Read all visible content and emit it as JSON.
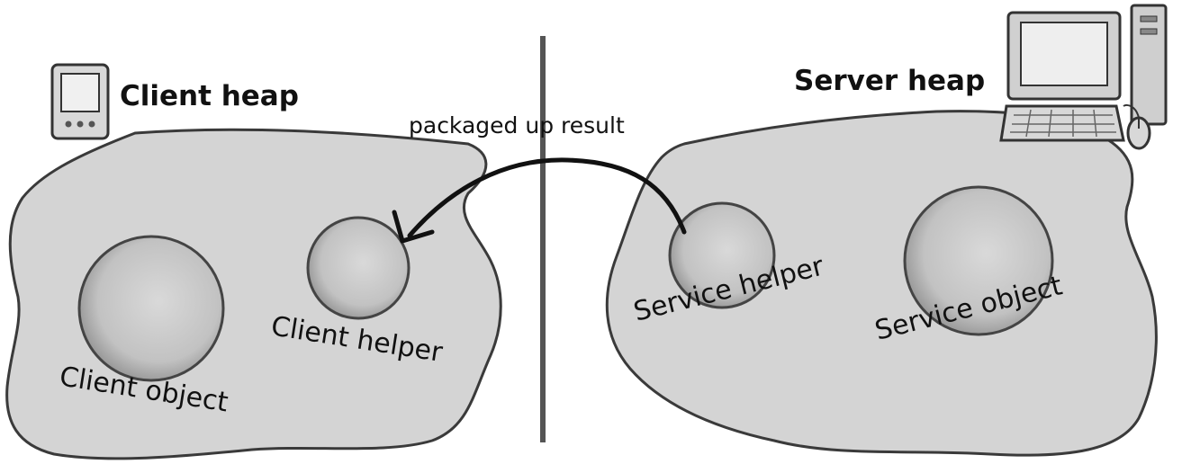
{
  "client": {
    "heap_title": "Client heap",
    "object_label": "Client object",
    "helper_label": "Client helper",
    "device_icon": "tablet-icon"
  },
  "server": {
    "heap_title": "Server heap",
    "helper_label": "Service helper",
    "object_label": "Service object",
    "device_icon": "desktop-computer-icon"
  },
  "arrow": {
    "label": "packaged up result",
    "from": "Service helper",
    "to": "Client helper"
  },
  "colors": {
    "heap_fill": "#d4d4d4",
    "outline": "#3a3a3a",
    "divider": "#555555",
    "sphere_mid": "#c4c4c4"
  }
}
